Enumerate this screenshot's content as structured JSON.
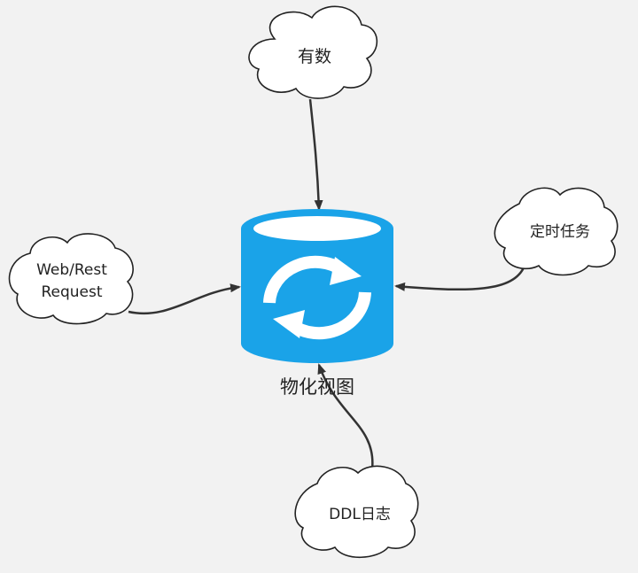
{
  "diagram": {
    "center": {
      "label": "物化视图",
      "icon": "refresh-cycle-icon",
      "shape": "database-cylinder",
      "color": "#1aa3e8"
    },
    "sources": [
      {
        "id": "top",
        "label_lines": [
          "有数"
        ]
      },
      {
        "id": "right",
        "label_lines": [
          "定时任务"
        ]
      },
      {
        "id": "left",
        "label_lines": [
          "Web/Rest",
          "Request"
        ]
      },
      {
        "id": "bottom",
        "label_lines": [
          "DDL日志"
        ]
      }
    ],
    "edge_color": "#333333",
    "cloud_fill": "#ffffff",
    "cloud_stroke": "#222222"
  }
}
